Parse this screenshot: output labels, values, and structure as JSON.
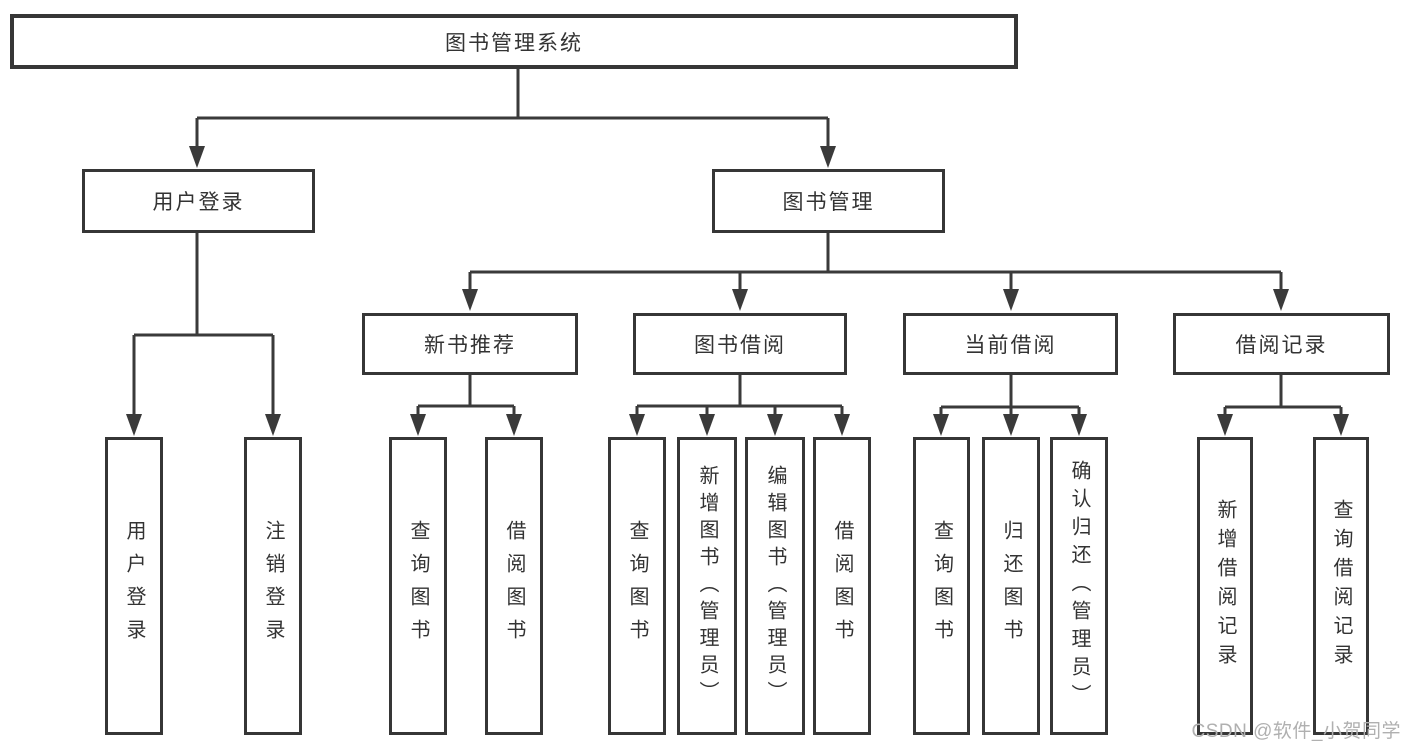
{
  "diagram": {
    "root": {
      "label": "图书管理系统"
    },
    "branches": [
      {
        "label": "用户登录",
        "children": [
          {
            "label": "用户登录"
          },
          {
            "label": "注销登录"
          }
        ]
      },
      {
        "label": "图书管理",
        "sections": [
          {
            "label": "新书推荐",
            "children": [
              {
                "label": "查询图书"
              },
              {
                "label": "借阅图书"
              }
            ]
          },
          {
            "label": "图书借阅",
            "children": [
              {
                "label": "查询图书"
              },
              {
                "label": "新增图书（管理员）"
              },
              {
                "label": "编辑图书（管理员）"
              },
              {
                "label": "借阅图书"
              }
            ]
          },
          {
            "label": "当前借阅",
            "children": [
              {
                "label": "查询图书"
              },
              {
                "label": "归还图书"
              },
              {
                "label": "确认归还（管理员）"
              }
            ]
          },
          {
            "label": "借阅记录",
            "children": [
              {
                "label": "新增借阅记录"
              },
              {
                "label": "查询借阅记录"
              }
            ]
          }
        ]
      }
    ]
  },
  "watermark": {
    "text": "CSDN @软件_小贺同学"
  },
  "colors": {
    "line": "#3a3a3a",
    "text": "#333333",
    "watermark": "#b0b0b0",
    "background": "#ffffff"
  }
}
